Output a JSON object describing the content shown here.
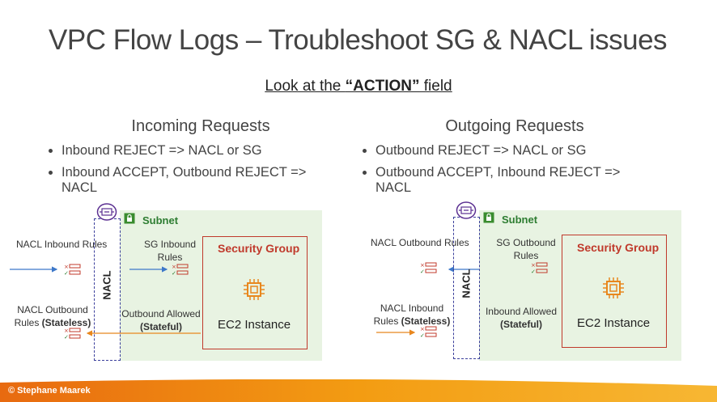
{
  "title": "VPC Flow Logs – Troubleshoot SG & NACL issues",
  "subtitle": {
    "pre": "Look at the ",
    "bold": "“ACTION”",
    "post": " field"
  },
  "left": {
    "heading": "Incoming Requests",
    "bullets": [
      "Inbound REJECT => NACL or SG",
      "Inbound ACCEPT, Outbound REJECT => NACL"
    ],
    "diagram": {
      "subnet": "Subnet",
      "nacl": "NACL",
      "nacl_rules_top": "NACL Inbound Rules",
      "nacl_rules_bottom_line1": "NACL Outbound",
      "nacl_rules_bottom_line2_pre": "Rules ",
      "nacl_rules_bottom_line2_bold": "(Stateless)",
      "sg_rules": "SG Inbound Rules",
      "allowed_line1": "Outbound Allowed",
      "allowed_line2": "(Stateful)",
      "sg_title": "Security Group",
      "ec2": "EC2 Instance"
    }
  },
  "right": {
    "heading": "Outgoing Requests",
    "bullets": [
      "Outbound REJECT => NACL or SG",
      "Outbound ACCEPT, Inbound REJECT => NACL"
    ],
    "diagram": {
      "subnet": "Subnet",
      "nacl": "NACL",
      "nacl_rules_top": "NACL Outbound Rules",
      "nacl_rules_bottom_line1": "NACL Inbound",
      "nacl_rules_bottom_line2_pre": "Rules ",
      "nacl_rules_bottom_line2_bold": "(Stateless)",
      "sg_rules": "SG Outbound Rules",
      "allowed_line1": "Inbound Allowed",
      "allowed_line2": "(Stateful)",
      "sg_title": "Security Group",
      "ec2": "EC2 Instance"
    }
  },
  "footer": "© Stephane Maarek",
  "colors": {
    "nacl_border": "#3b3f9c",
    "sg_border": "#c0392b",
    "subnet_bg": "#e8f3e2",
    "ec2_icon": "#e8871e",
    "blue_arrow": "#3d78c9",
    "orange_arrow": "#e8871e",
    "footer_orange": "#f39c12"
  },
  "icons": [
    "nacl-shield-icon",
    "subnet-lock-icon",
    "rules-list-icon",
    "ec2-chip-icon"
  ]
}
